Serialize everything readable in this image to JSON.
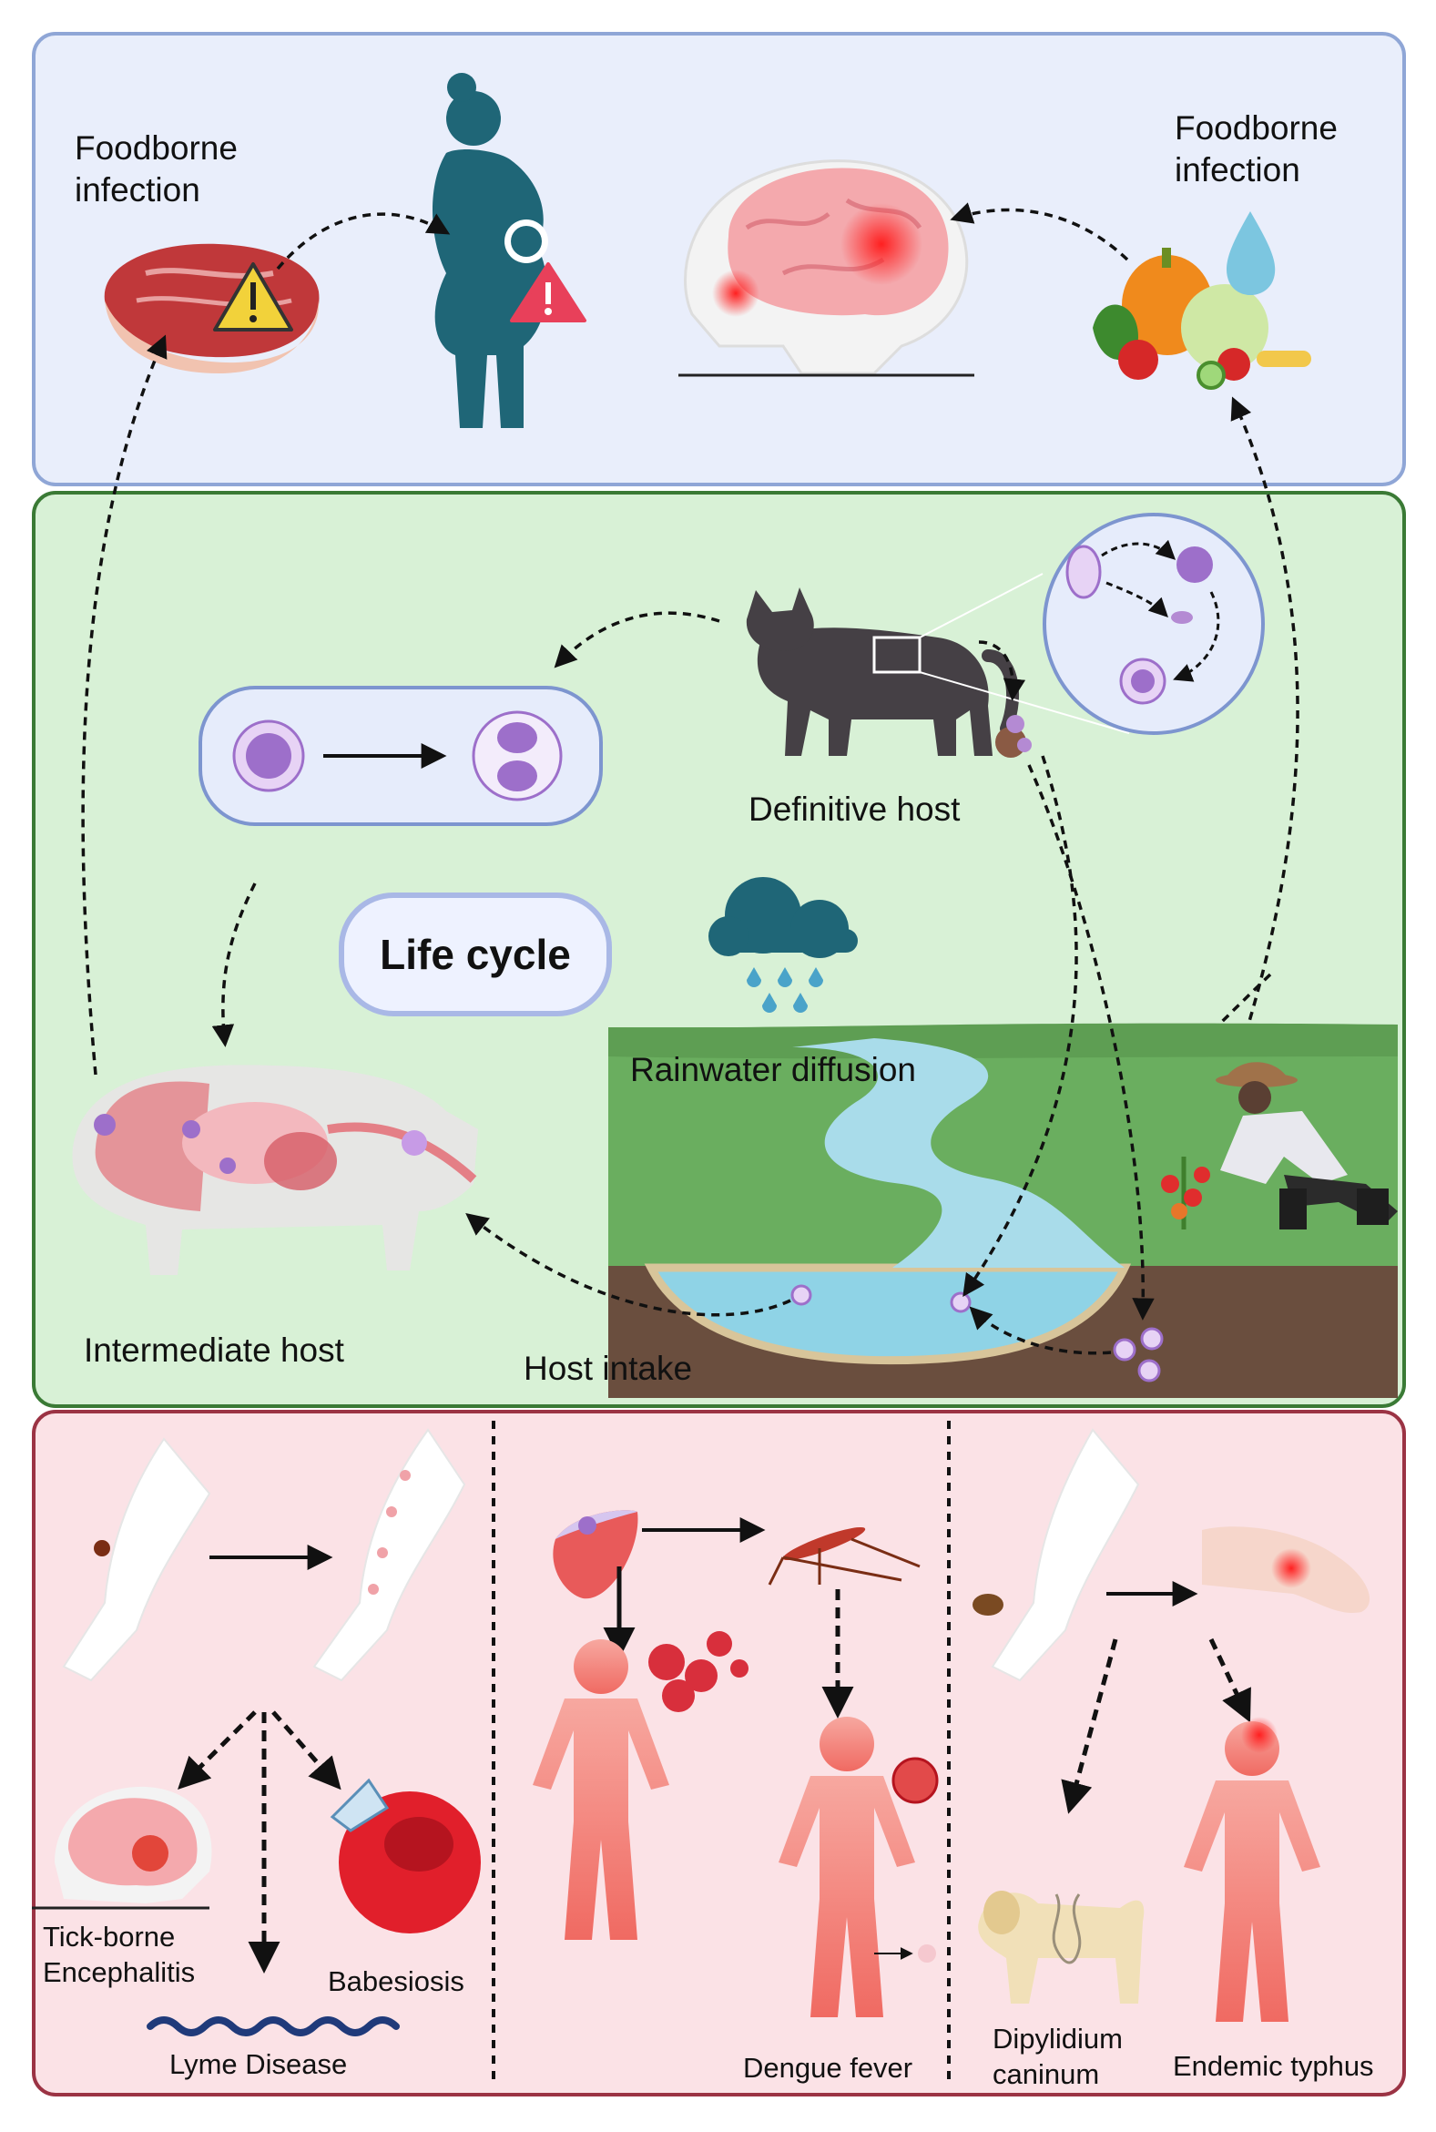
{
  "top_panel": {
    "foodborne_left": "Foodborne\ninfection",
    "foodborne_right": "Foodborne\ninfection"
  },
  "middle_panel": {
    "definitive_host": "Definitive host",
    "life_cycle": "Life cycle",
    "rainwater": "Rainwater diffusion",
    "intermediate_host": "Intermediate host",
    "host_intake": "Host intake"
  },
  "bottom_panel": {
    "tick_borne": "Tick-borne\nEncephalitis",
    "babesiosis": "Babesiosis",
    "lyme": "Lyme Disease",
    "dengue": "Dengue fever",
    "dipylidium": "Dipylidium\ncaninum",
    "typhus": "Endemic typhus"
  },
  "colors": {
    "top_bg": "#e9eefb",
    "top_border": "#8fa6d6",
    "mid_bg": "#d8f1d6",
    "mid_border": "#3a7a35",
    "bot_bg": "#fbe2e6",
    "bot_border": "#9b3344"
  }
}
